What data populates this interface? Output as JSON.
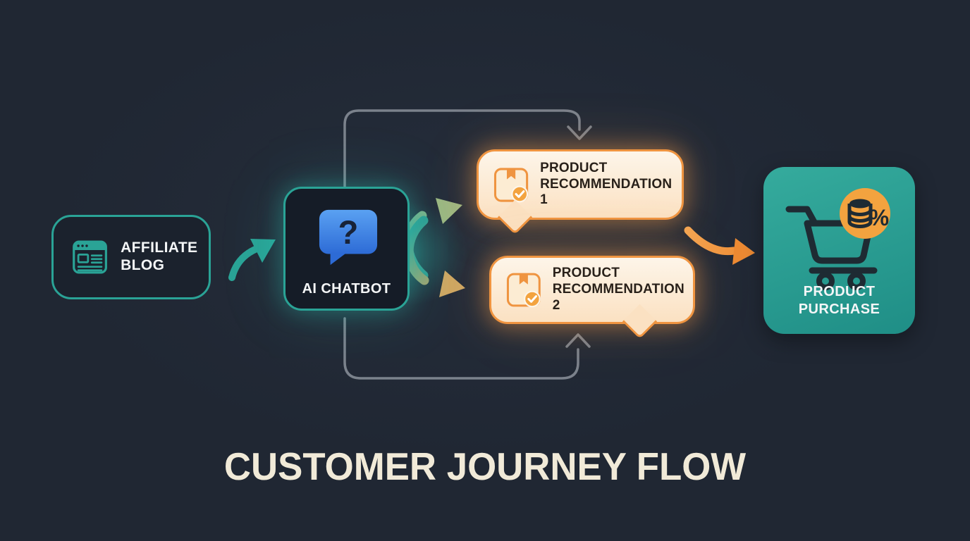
{
  "title": "CUSTOMER JOURNEY FLOW",
  "glyphs": {
    "question_mark": "?",
    "percent": "%"
  },
  "colors": {
    "background": "#202733",
    "panel_dark": "#1b222d",
    "panel_darker": "#151c27",
    "teal": "#2aa396",
    "teal_glow": "#2fd4c0",
    "blue_top": "#5aa1f2",
    "blue_bottom": "#2d6bd6",
    "ink_navy": "#182338",
    "bubble_top": "#fdf5e9",
    "bubble_bottom": "#fbe1c2",
    "orange_border": "#ef9440",
    "orange_deep": "#e8842f",
    "orange_badge": "#f3a33f",
    "gray_line": "#7b828c",
    "sage": "#9eb883",
    "sand": "#cfa763",
    "cart_ink": "#1e2b33",
    "text_light": "#f4f6f7",
    "text_dark": "#29211a",
    "title_cream": "#f1ead8"
  },
  "nodes": {
    "affiliate_blog": {
      "label": "AFFILIATE BLOG",
      "icon": "browser-window-icon"
    },
    "ai_chatbot": {
      "label": "AI CHATBOT",
      "icon": "chat-bubble-question-icon"
    },
    "recommendation_1": {
      "label": "PRODUCT RECOMMENDATION 1",
      "icon": "package-check-icon"
    },
    "recommendation_2": {
      "label": "PRODUCT RECOMMENDATION 2",
      "icon": "package-check-icon"
    },
    "product_purchase": {
      "label": "PRODUCT PURCHASE",
      "icon": "shopping-cart-discount-icon"
    }
  },
  "connectors": [
    {
      "name": "blog-to-chatbot-arrow",
      "style": "teal-swoosh"
    },
    {
      "name": "chatbot-loop-top-arrow",
      "style": "gray-elbow-down"
    },
    {
      "name": "chatbot-loop-bottom-arrow",
      "style": "gray-elbow-up"
    },
    {
      "name": "chatbot-to-recommendation-1-arrow",
      "style": "teal-to-sage-curve"
    },
    {
      "name": "chatbot-to-recommendation-2-arrow",
      "style": "teal-to-sand-curve"
    },
    {
      "name": "recommendations-to-purchase-arrow",
      "style": "orange-swoosh"
    }
  ]
}
